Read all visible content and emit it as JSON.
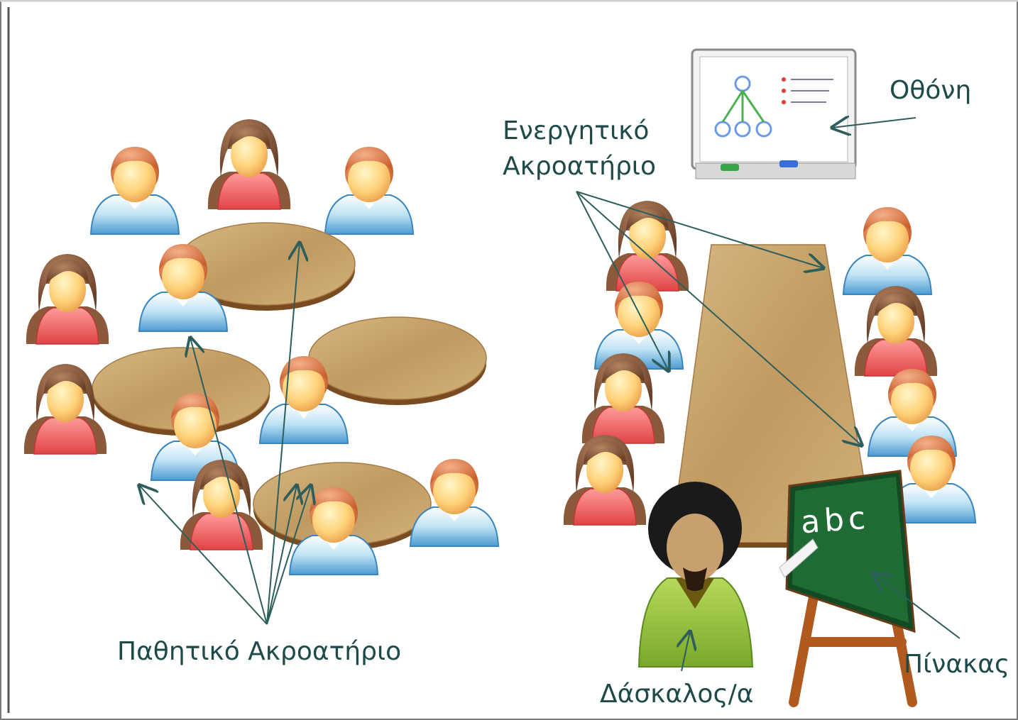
{
  "labels": {
    "passive_audience": "Παθητικό Ακροατήριο",
    "active_audience_line1": "Ενεργητικό",
    "active_audience_line2": "Ακροατήριο",
    "screen": "Οθόνη",
    "board": "Πίνακας",
    "teacher": "Δάσκαλος/α"
  },
  "chalkboard_text": "abc",
  "colors": {
    "label_text": "#1f4a4a",
    "arrow": "#2e5e5c",
    "table_wood": "#c8a870",
    "table_edge": "#8a5a2a",
    "girl_shirt": "#f0595a",
    "boy_shirt": "#7ab8e0",
    "hair_brown": "#8a5a3a",
    "hair_orange": "#d8733a",
    "skin": "#ffd27a",
    "chalkboard": "#1e6b34",
    "teacher_shirt": "#9bc63c"
  },
  "icons": [
    "girl-student-icon",
    "boy-student-icon",
    "teacher-icon",
    "chalkboard-icon",
    "whiteboard-screen-icon",
    "round-table-icon",
    "long-table-icon"
  ]
}
